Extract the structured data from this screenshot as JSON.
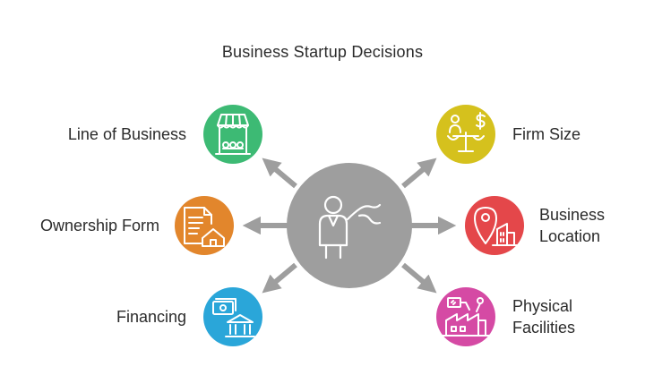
{
  "title": "Business Startup Decisions",
  "center": {
    "icon": "person-thinking-icon",
    "color": "#9e9e9e"
  },
  "nodes": [
    {
      "id": "line-of-business",
      "lines": [
        "Line of Business"
      ],
      "icon": "storefront-icon",
      "color": "#3dba74"
    },
    {
      "id": "ownership-form",
      "lines": [
        "Ownership Form"
      ],
      "icon": "document-home-icon",
      "color": "#e2862c"
    },
    {
      "id": "financing",
      "lines": [
        "Financing"
      ],
      "icon": "cash-bank-icon",
      "color": "#2aa6d9"
    },
    {
      "id": "firm-size",
      "lines": [
        "Firm Size"
      ],
      "icon": "person-scale-icon",
      "color": "#d5c11d"
    },
    {
      "id": "business-location",
      "lines": [
        "Business",
        "Location"
      ],
      "icon": "map-pin-building-icon",
      "color": "#e4474a"
    },
    {
      "id": "physical-facilities",
      "lines": [
        "Physical",
        "Facilities"
      ],
      "icon": "factory-icon",
      "color": "#d54aa4"
    }
  ]
}
